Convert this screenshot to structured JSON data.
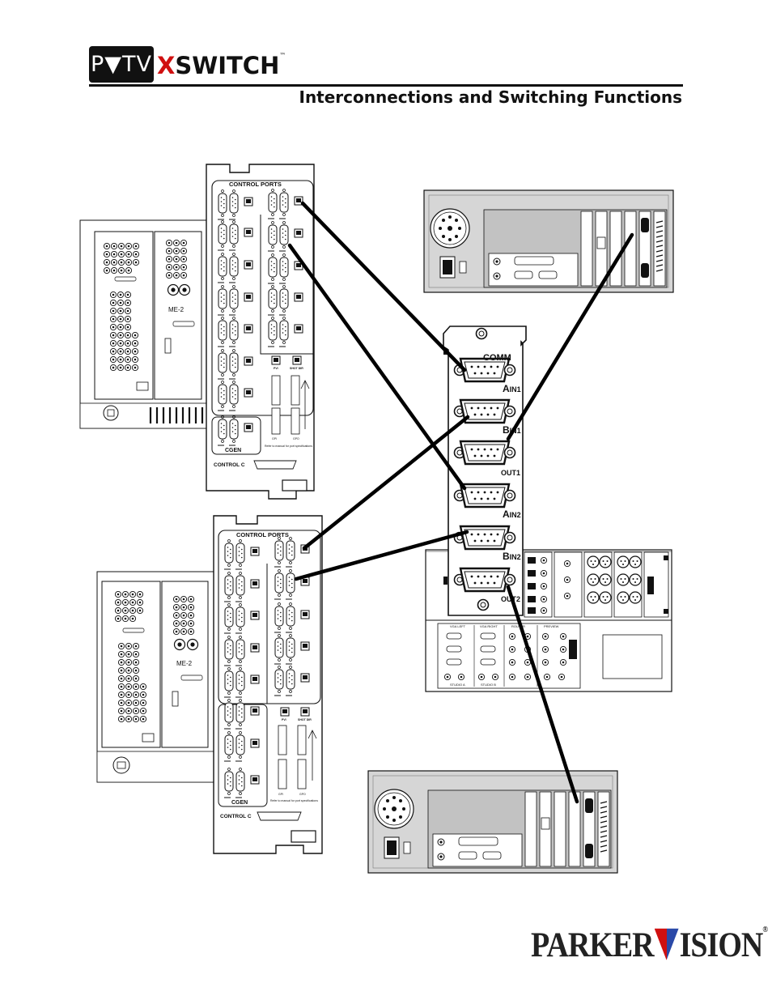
{
  "header": {
    "logo_text": "P▼TV",
    "product_prefix": "X",
    "product_rest": "SWITCH",
    "trademark": "™",
    "page_title": "Interconnections and Switching Functions"
  },
  "xswitch": {
    "ports": [
      {
        "label_big": "COMM",
        "label_small": ""
      },
      {
        "label_big": "A",
        "label_small": "IN1"
      },
      {
        "label_big": "B",
        "label_small": "IN1"
      },
      {
        "label_big": "",
        "label_small": "OUT1"
      },
      {
        "label_big": "A",
        "label_small": "IN2"
      },
      {
        "label_big": "B",
        "label_small": "IN2"
      },
      {
        "label_big": "",
        "label_small": "OUT2"
      }
    ]
  },
  "switchers": [
    {
      "control_ports_label": "CONTROL PORTS",
      "cgen_label": "CGEN",
      "control_c_label": "CONTROL C",
      "me_label": "ME-2",
      "pvi_label": "PVI",
      "shot_label": "SHOT DIR",
      "gpi_label": "GPI",
      "gpo_label": "GPO",
      "note": "Refer to manual for port specifications"
    },
    {
      "control_ports_label": "CONTROL PORTS",
      "cgen_label": "CGEN",
      "control_c_label": "CONTROL C",
      "me_label": "ME-2",
      "pvi_label": "PVI",
      "shot_label": "SHOT DIR",
      "gpi_label": "GPI",
      "gpo_label": "GPO",
      "note": "Refer to manual for port specifications"
    }
  ],
  "router": {
    "labels": [
      "VGA LEFT",
      "VGA RIGHT",
      "ROUTER",
      "STUDIO A",
      "STUDIO B",
      "PREVIEW"
    ]
  },
  "footer": {
    "brand_left": "PARKER",
    "brand_right": "ISION",
    "registered": "®"
  },
  "colors": {
    "ink": "#111111",
    "panel": "#ffffff",
    "computer_body": "#d6d6d6",
    "brand_red": "#d01010",
    "brand_blue": "#2a49a8"
  }
}
